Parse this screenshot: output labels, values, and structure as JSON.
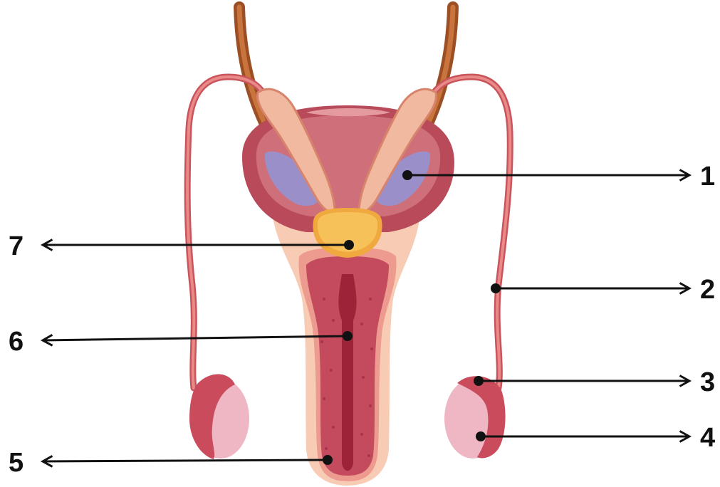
{
  "labels": [
    {
      "id": "1",
      "text": "1"
    },
    {
      "id": "2",
      "text": "2"
    },
    {
      "id": "3",
      "text": "3"
    },
    {
      "id": "4",
      "text": "4"
    },
    {
      "id": "5",
      "text": "5"
    },
    {
      "id": "6",
      "text": "6"
    },
    {
      "id": "7",
      "text": "7"
    }
  ],
  "colors": {
    "background": "#ffffff",
    "arrow": "#111111",
    "bladder": "#b94a5a",
    "bladder_inner": "#cf6f7a",
    "seminal_vesicle": "#f0b9a0",
    "ampulla": "#9a8fc8",
    "ureter": "#b5622f",
    "vas_deferens": "#dd6f72",
    "prostate": "#f6c159",
    "penis_outer": "#f7cbb4",
    "penis_mid": "#ec9b8e",
    "penis_inner": "#c44b5e",
    "urethra": "#9b2438",
    "testis": "#efb6c4",
    "epididymis": "#c94b5c"
  }
}
